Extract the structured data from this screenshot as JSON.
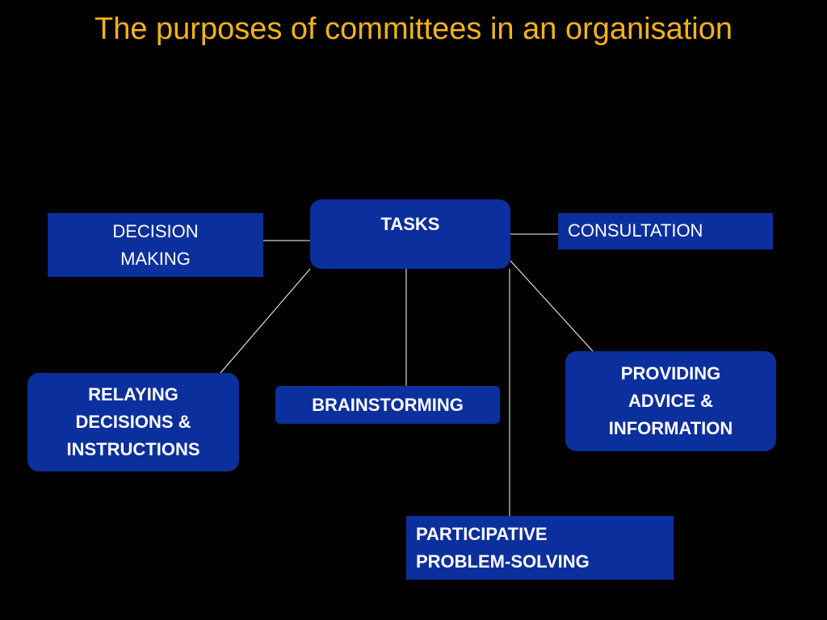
{
  "title": "The purposes of committees in an organisation",
  "colors": {
    "background": "#000000",
    "title": "#F5B21C",
    "box_fill": "#0B2F9C",
    "connector": "#FFFFFF",
    "text": "#FFFFFF"
  },
  "nodes": {
    "tasks": {
      "lines": [
        "TASKS"
      ]
    },
    "decision_making": {
      "lines": [
        "DECISION",
        "MAKING"
      ]
    },
    "consultation": {
      "lines": [
        "CONSULTATION"
      ]
    },
    "relaying": {
      "lines": [
        "RELAYING",
        "DECISIONS &",
        "INSTRUCTIONS"
      ]
    },
    "brainstorming": {
      "lines": [
        "BRAINSTORMING"
      ]
    },
    "providing": {
      "lines": [
        "PROVIDING",
        "ADVICE &",
        "INFORMATION"
      ]
    },
    "participative": {
      "lines": [
        "PARTICIPATIVE",
        "PROBLEM-SOLVING"
      ]
    }
  },
  "edges": [
    {
      "from": "tasks",
      "to": "decision_making"
    },
    {
      "from": "tasks",
      "to": "consultation"
    },
    {
      "from": "tasks",
      "to": "relaying"
    },
    {
      "from": "tasks",
      "to": "brainstorming"
    },
    {
      "from": "tasks",
      "to": "providing"
    },
    {
      "from": "tasks",
      "to": "participative"
    }
  ]
}
